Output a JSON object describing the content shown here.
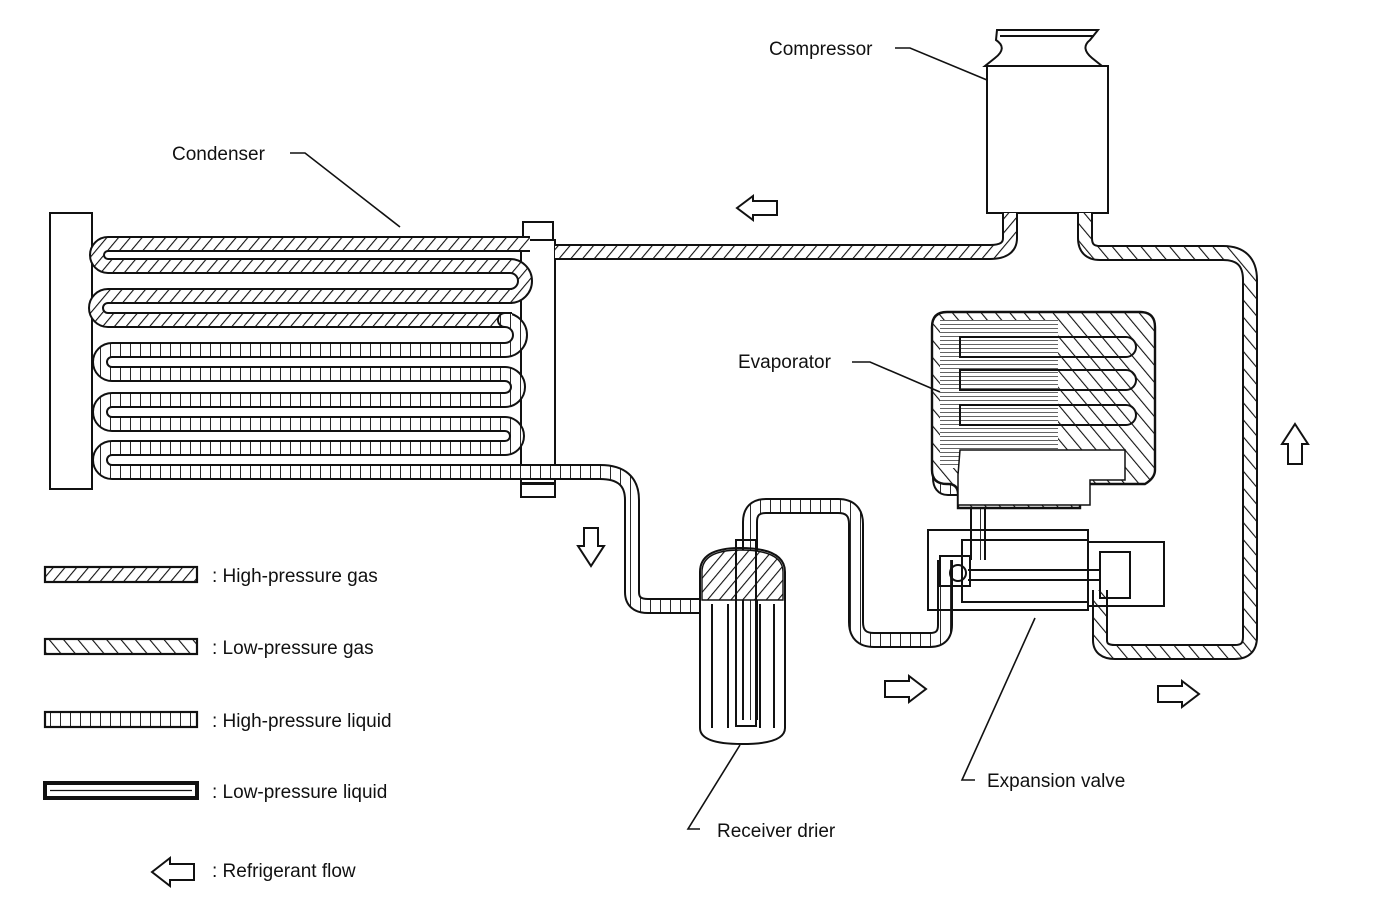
{
  "components": {
    "compressor": "Compressor",
    "condenser": "Condenser",
    "evaporator": "Evaporator",
    "expansion_valve": "Expansion valve",
    "receiver_drier": "Receiver drier"
  },
  "legend": {
    "high_pressure_gas": ": High-pressure gas",
    "low_pressure_gas": ": Low-pressure gas",
    "high_pressure_liquid": ": High-pressure liquid",
    "low_pressure_liquid": ": Low-pressure liquid",
    "refrigerant_flow": ": Refrigerant flow"
  }
}
